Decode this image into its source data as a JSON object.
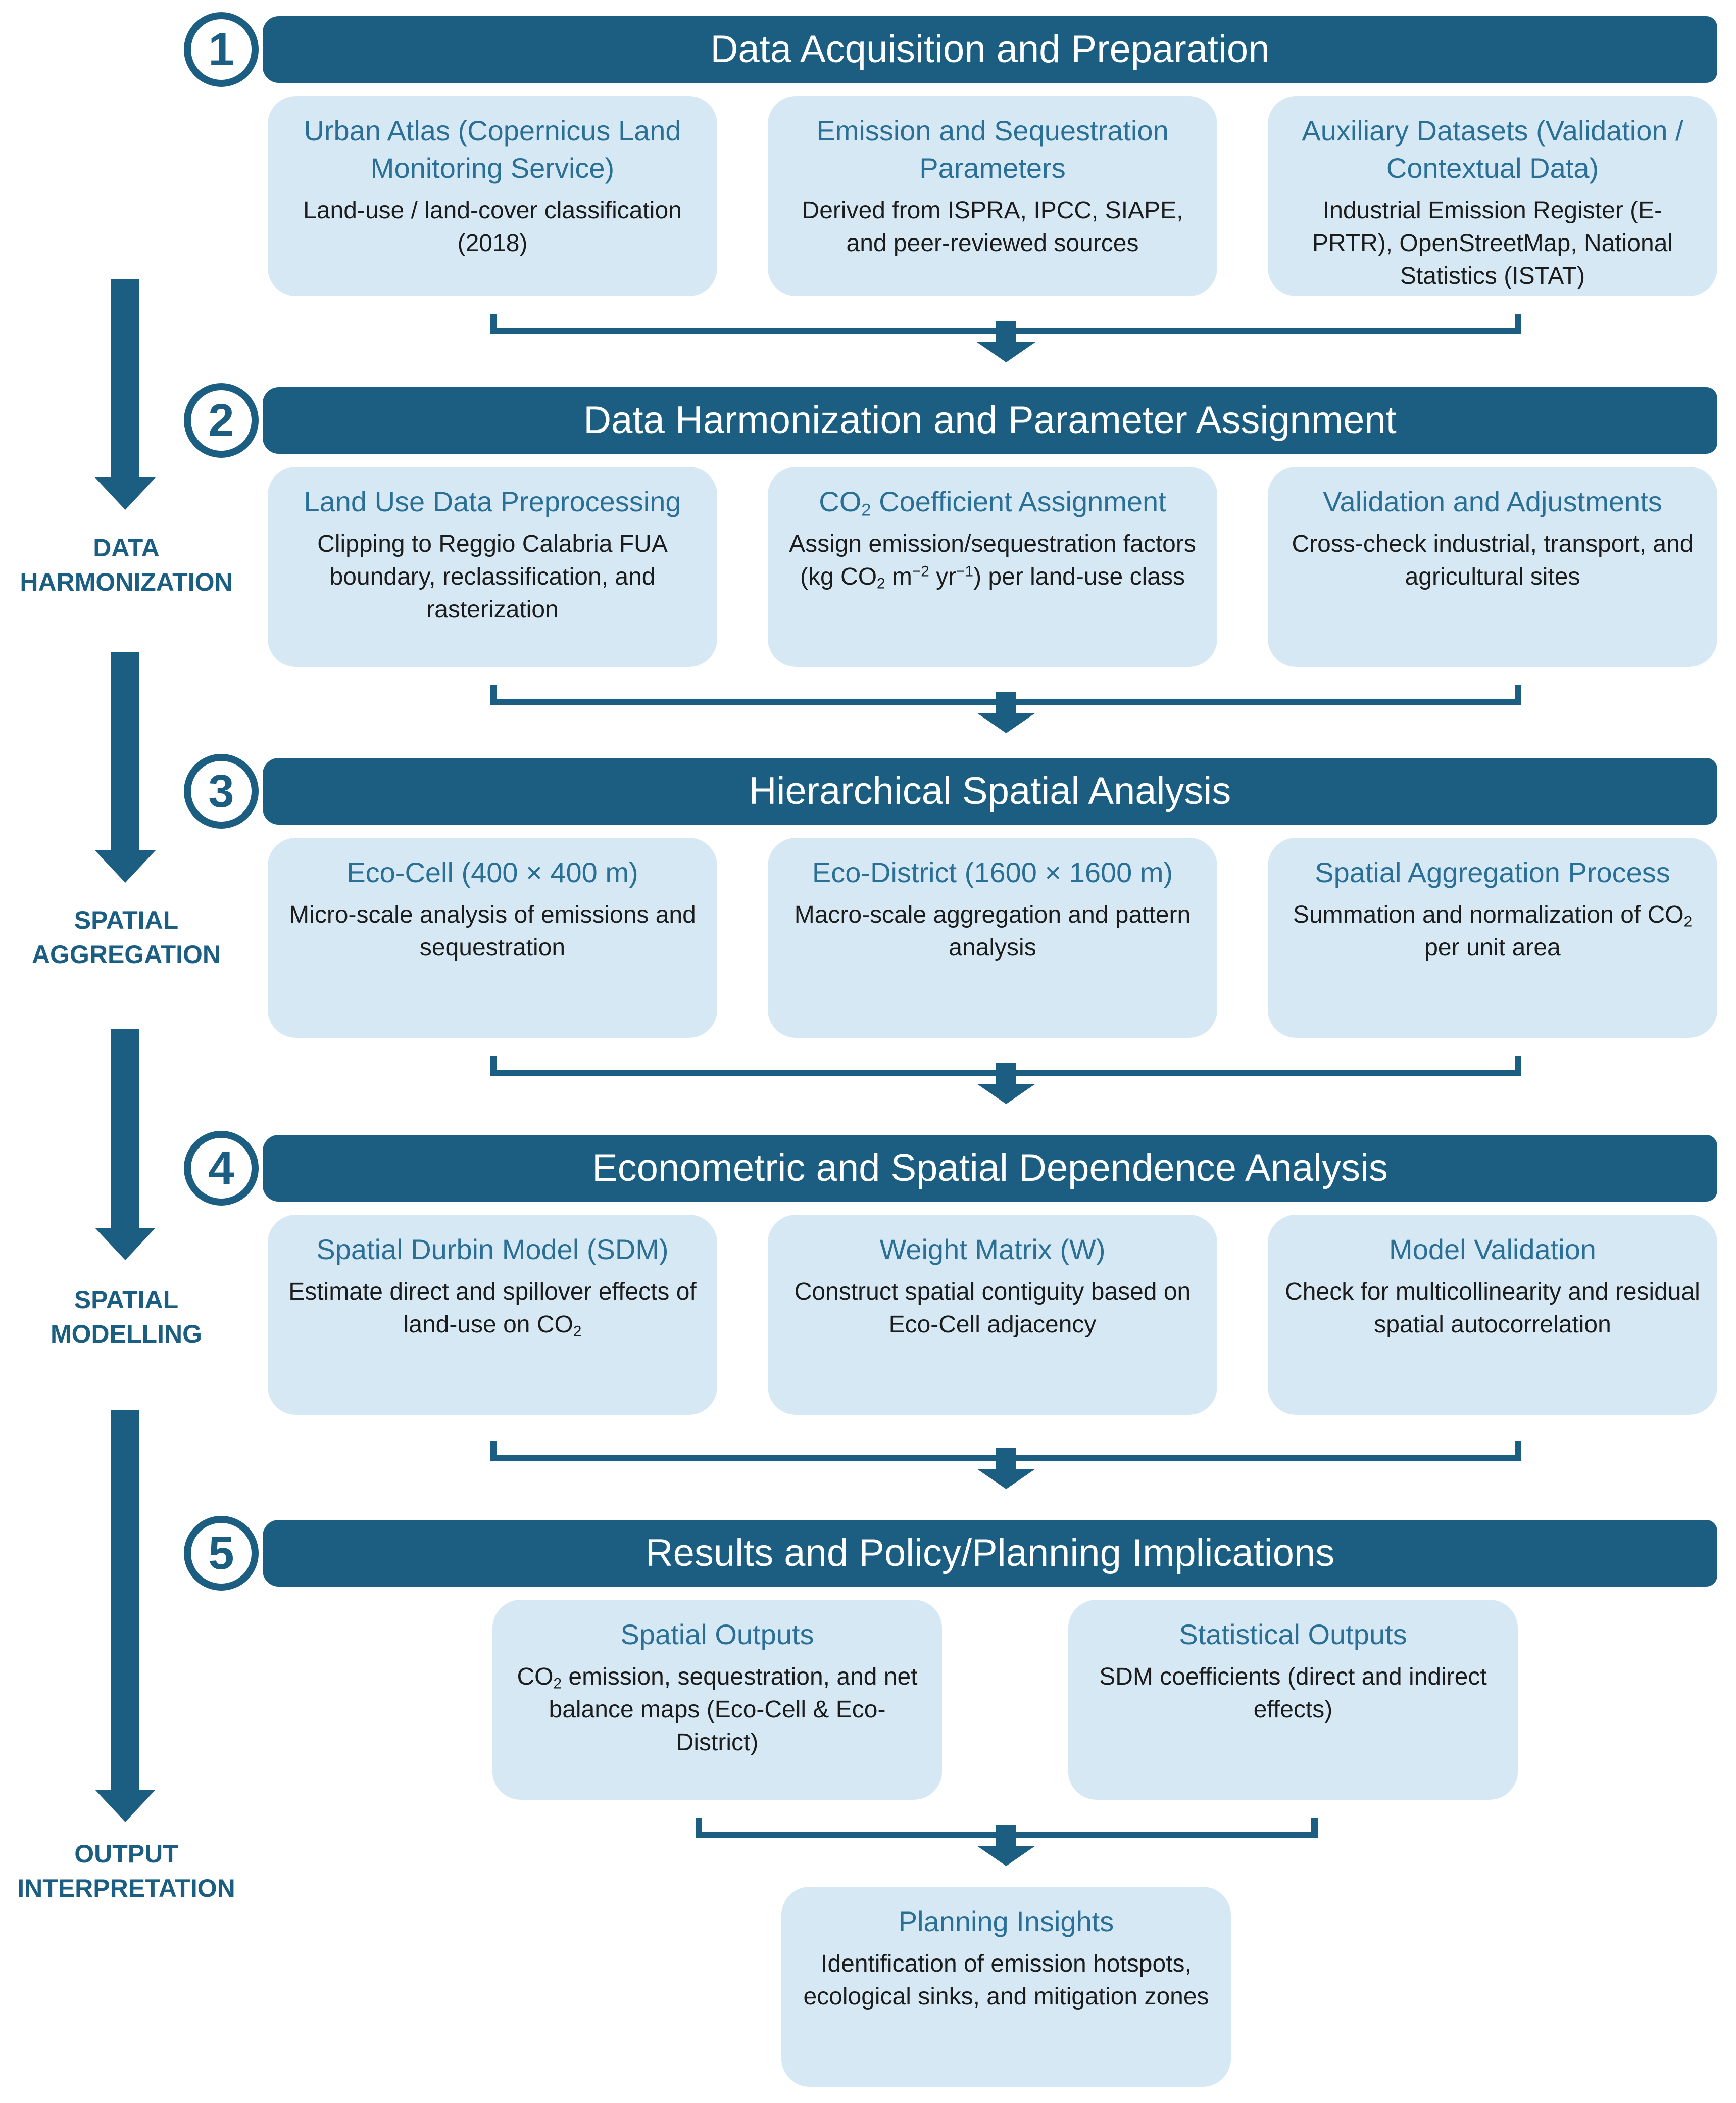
{
  "colors": {
    "primary": "#1b5e82",
    "box_fill": "#d6e8f3",
    "box_title": "#2a6f96"
  },
  "sections": [
    {
      "number": "1",
      "title": "Data Acquisition and Preparation",
      "boxes": [
        {
          "title": "Urban Atlas (Copernicus Land Monitoring Service)",
          "desc": "Land-use / land-cover classification (2018)"
        },
        {
          "title": "Emission and Sequestration Parameters",
          "desc": "Derived from ISPRA, IPCC, SIAPE, and peer-reviewed sources"
        },
        {
          "title": "Auxiliary Datasets (Validation / Contextual Data)",
          "desc": "Industrial Emission Register (E-PRTR), OpenStreetMap, National Statistics (ISTAT)"
        }
      ]
    },
    {
      "number": "2",
      "title": "Data Harmonization and Parameter Assignment",
      "boxes": [
        {
          "title": "Land Use Data Preprocessing",
          "desc": "Clipping to Reggio Calabria FUA boundary, reclassification, and rasterization"
        },
        {
          "title": "CO2 Coefficient Assignment",
          "desc": "Assign emission/sequestration factors (kg CO2 m−2 yr−1) per land-use class"
        },
        {
          "title": "Validation and Adjustments",
          "desc": "Cross-check industrial, transport, and agricultural sites"
        }
      ]
    },
    {
      "number": "3",
      "title": "Hierarchical Spatial Analysis",
      "boxes": [
        {
          "title": "Eco-Cell (400 × 400 m)",
          "desc": "Micro-scale analysis of emissions and sequestration"
        },
        {
          "title": "Eco-District (1600 × 1600 m)",
          "desc": "Macro-scale aggregation and pattern analysis"
        },
        {
          "title": "Spatial Aggregation Process",
          "desc": "Summation and normalization of CO2 per unit area"
        }
      ]
    },
    {
      "number": "4",
      "title": "Econometric and Spatial Dependence Analysis",
      "boxes": [
        {
          "title": "Spatial Durbin Model (SDM)",
          "desc": "Estimate direct and spillover effects of land-use on CO2"
        },
        {
          "title": "Weight Matrix (W)",
          "desc": "Construct spatial contiguity based on Eco-Cell adjacency"
        },
        {
          "title": "Model Validation",
          "desc": "Check for multicollinearity and residual spatial autocorrelation"
        }
      ]
    },
    {
      "number": "5",
      "title": "Results and Policy/Planning Implications",
      "boxes": [
        {
          "title": "Spatial Outputs",
          "desc": "CO2 emission, sequestration, and net balance maps (Eco-Cell & Eco-District)"
        },
        {
          "title": "Statistical Outputs",
          "desc": "SDM coefficients (direct and indirect effects)"
        }
      ]
    }
  ],
  "final_box": {
    "title": "Planning Insights",
    "desc": "Identification of emission hotspots, ecological sinks, and mitigation zones"
  },
  "side_labels": [
    {
      "line1": "DATA",
      "line2": "HARMONIZATION"
    },
    {
      "line1": "SPATIAL",
      "line2": "AGGREGATION"
    },
    {
      "line1": "SPATIAL",
      "line2": "MODELLING"
    },
    {
      "line1": "OUTPUT",
      "line2": "INTERPRETATION"
    }
  ]
}
